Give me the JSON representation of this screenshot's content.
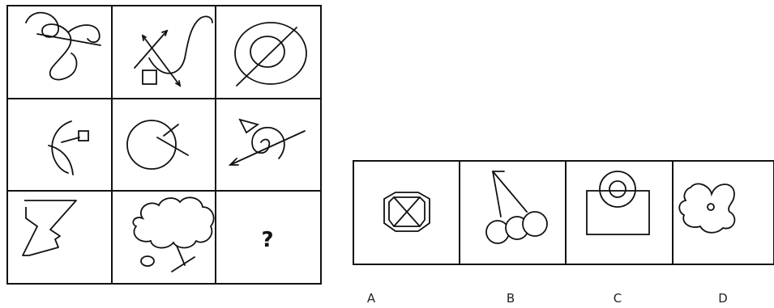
{
  "puzzle": {
    "question_mark": "?",
    "cells": [
      {
        "id": "r1c1",
        "icon": "scribble-with-line"
      },
      {
        "id": "r1c2",
        "icon": "arrows-square-wave"
      },
      {
        "id": "r1c3",
        "icon": "oval-slash"
      },
      {
        "id": "r2c1",
        "icon": "arcs-with-square"
      },
      {
        "id": "r2c2",
        "icon": "circle-with-line"
      },
      {
        "id": "r2c3",
        "icon": "spiral-triangle-arrow"
      },
      {
        "id": "r3c1",
        "icon": "zigzag-shape"
      },
      {
        "id": "r3c2",
        "icon": "cloud-with-line"
      },
      {
        "id": "r3c3",
        "icon": "question-mark"
      }
    ]
  },
  "options": [
    {
      "label": "A",
      "icon": "rounded-x-box-icon"
    },
    {
      "label": "B",
      "icon": "triangle-circles-icon"
    },
    {
      "label": "C",
      "icon": "target-rectangle-icon"
    },
    {
      "label": "D",
      "icon": "flower-blob-icon"
    }
  ]
}
